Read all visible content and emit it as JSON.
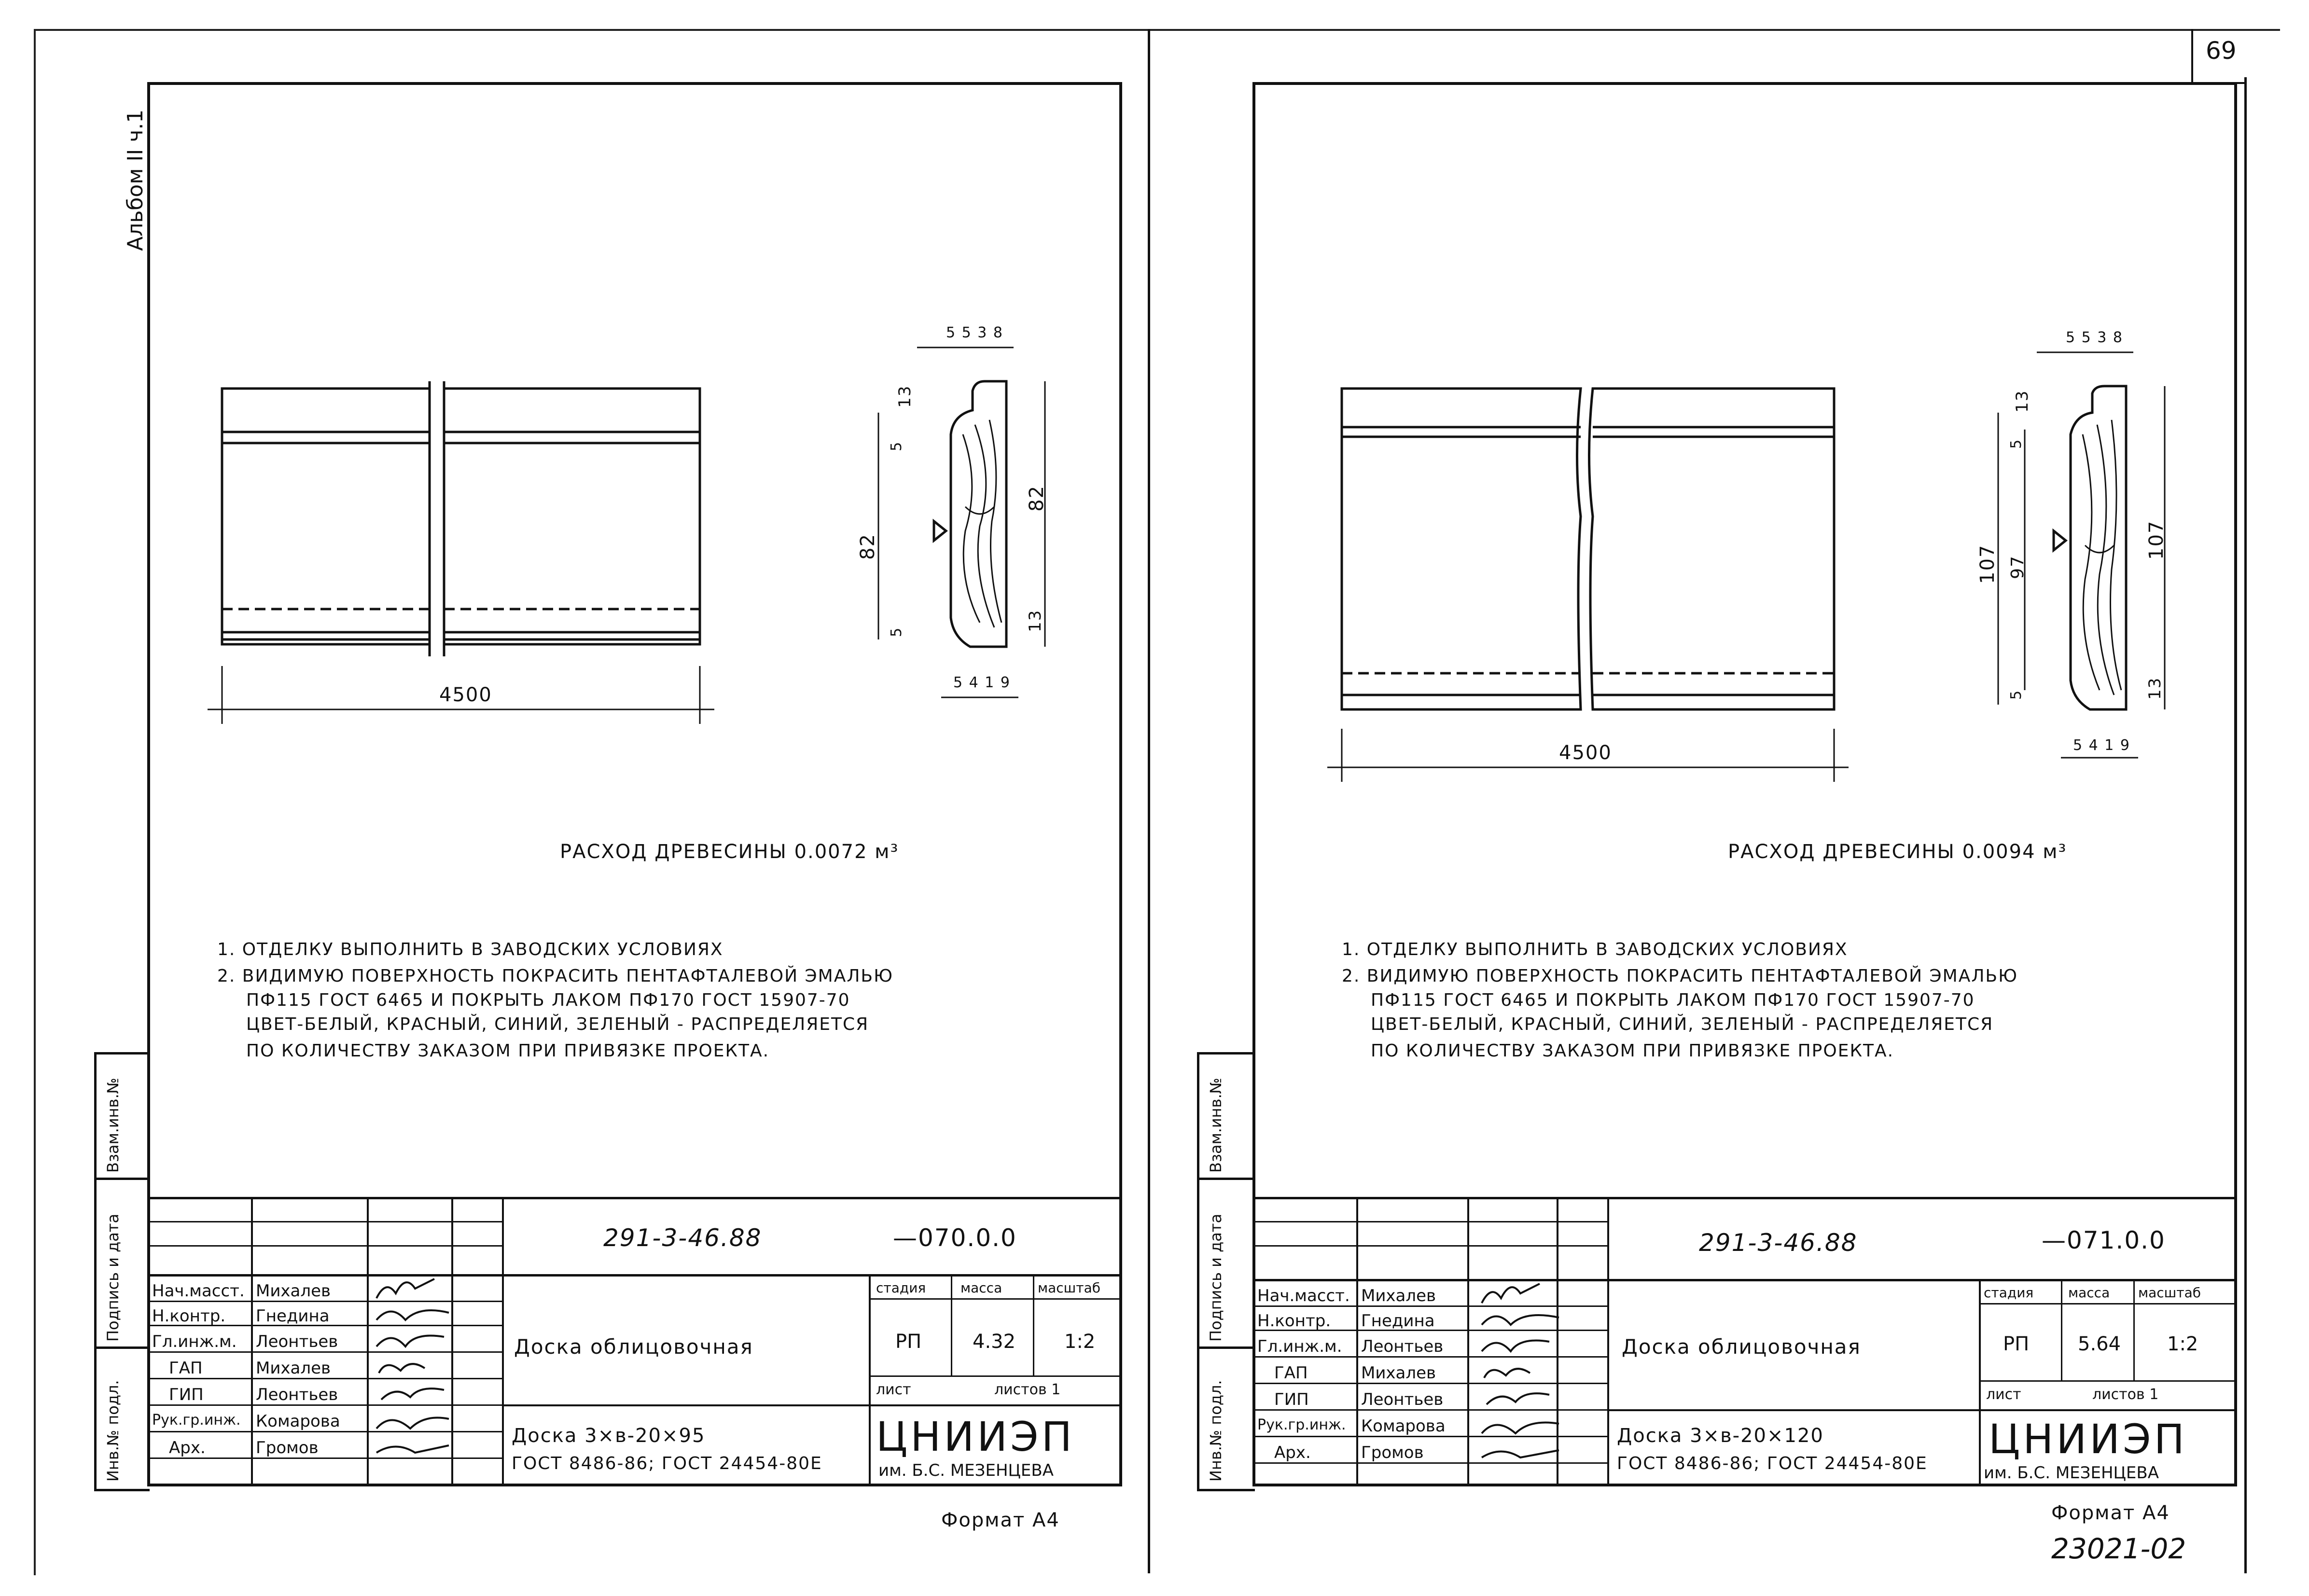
{
  "page_number": "69",
  "album_label": "Альбом II ч.1",
  "bottom_stamp": "23021-02",
  "side_columns": [
    "Инв.№ подл.",
    "Подпись и дата",
    "Взам.инв.№"
  ],
  "sheets": [
    {
      "id": "left",
      "dim_length": "4500",
      "section_top": "5 5 3 8",
      "section_bottom": "5 4 1 9",
      "dim_left_total": "82",
      "dim_right_total": "82",
      "dim_13_top": "13",
      "dim_13_bottom": "13",
      "dim_5_top": "5",
      "dim_5_bottom": "5",
      "wood_usage": "РАСХОД ДРЕВЕСИНЫ 0.0072 м³",
      "notes": [
        "1. ОТДЕЛКУ ВЫПОЛНИТЬ В ЗАВОДСКИХ УСЛОВИЯХ",
        "2. ВИДИМУЮ ПОВЕРХНОСТЬ ПОКРАСИТЬ ПЕНТАФТАЛЕВОЙ ЭМАЛЬЮ",
        "ПФ115 ГОСТ 6465 И ПОКРЫТЬ ЛАКОМ ПФ170 ГОСТ 15907-70",
        "ЦВЕТ-БЕЛЫЙ, КРАСНЫЙ, СИНИЙ, ЗЕЛЕНЫЙ - РАСПРЕДЕЛЯЕТСЯ",
        "ПО КОЛИЧЕСТВУ ЗАКАЗОМ ПРИ ПРИВЯЗКЕ ПРОЕКТА."
      ],
      "designation": "291-3-46.88",
      "sheet_code": "—070.0.0",
      "title": "Доска облицовочная",
      "spec_line1": "Доска 3×в-20×95",
      "spec_line2": "ГОСТ 8486-86; ГОСТ 24454-80Е",
      "stage_h": "стадия",
      "mass_h": "масса",
      "scale_h": "масштаб",
      "stage": "РП",
      "mass": "4.32",
      "scale": "1:2",
      "list_h": "лист",
      "lists_h": "листов 1",
      "org1": "ЦНИИЭП",
      "org2": "им. Б.С. МЕЗЕНЦЕВА",
      "format": "Формат А4",
      "signers": [
        {
          "role": "Нач.масст.",
          "name": "Михалев"
        },
        {
          "role": "Н.контр.",
          "name": "Гнедина"
        },
        {
          "role": "Гл.инж.м.",
          "name": "Леонтьев"
        },
        {
          "role": "ГАП",
          "name": "Михалев"
        },
        {
          "role": "ГИП",
          "name": "Леонтьев"
        },
        {
          "role": "Рук.гр.инж.",
          "name": "Комарова"
        },
        {
          "role": "Арх.",
          "name": "Громов"
        }
      ]
    },
    {
      "id": "right",
      "dim_length": "4500",
      "section_top": "5 5 3 8",
      "section_bottom": "5 4 1 9",
      "dim_left_total": "107",
      "dim_left_inner": "97",
      "dim_right_total": "107",
      "dim_13_top": "13",
      "dim_13_bottom": "13",
      "dim_5_top": "5",
      "dim_5_bottom": "5",
      "wood_usage": "РАСХОД ДРЕВЕСИНЫ 0.0094 м³",
      "notes": [
        "1. ОТДЕЛКУ ВЫПОЛНИТЬ В ЗАВОДСКИХ УСЛОВИЯХ",
        "2. ВИДИМУЮ ПОВЕРХНОСТЬ ПОКРАСИТЬ ПЕНТАФТАЛЕВОЙ ЭМАЛЬЮ",
        "ПФ115 ГОСТ 6465 И ПОКРЫТЬ ЛАКОМ ПФ170 ГОСТ 15907-70",
        "ЦВЕТ-БЕЛЫЙ, КРАСНЫЙ, СИНИЙ, ЗЕЛЕНЫЙ - РАСПРЕДЕЛЯЕТСЯ",
        "ПО КОЛИЧЕСТВУ ЗАКАЗОМ ПРИ ПРИВЯЗКЕ ПРОЕКТА."
      ],
      "designation": "291-3-46.88",
      "sheet_code": "—071.0.0",
      "title": "Доска облицовочная",
      "spec_line1": "Доска 3×в-20×120",
      "spec_line2": "ГОСТ 8486-86; ГОСТ 24454-80Е",
      "stage_h": "стадия",
      "mass_h": "масса",
      "scale_h": "масштаб",
      "stage": "РП",
      "mass": "5.64",
      "scale": "1:2",
      "list_h": "лист",
      "lists_h": "листов 1",
      "org1": "ЦНИИЭП",
      "org2": "им. Б.С. МЕЗЕНЦЕВА",
      "format": "Формат А4",
      "signers": [
        {
          "role": "Нач.масст.",
          "name": "Михалев"
        },
        {
          "role": "Н.контр.",
          "name": "Гнедина"
        },
        {
          "role": "Гл.инж.м.",
          "name": "Леонтьев"
        },
        {
          "role": "ГАП",
          "name": "Михалев"
        },
        {
          "role": "ГИП",
          "name": "Леонтьев"
        },
        {
          "role": "Рук.гр.инж.",
          "name": "Комарова"
        },
        {
          "role": "Арх.",
          "name": "Громов"
        }
      ]
    }
  ]
}
